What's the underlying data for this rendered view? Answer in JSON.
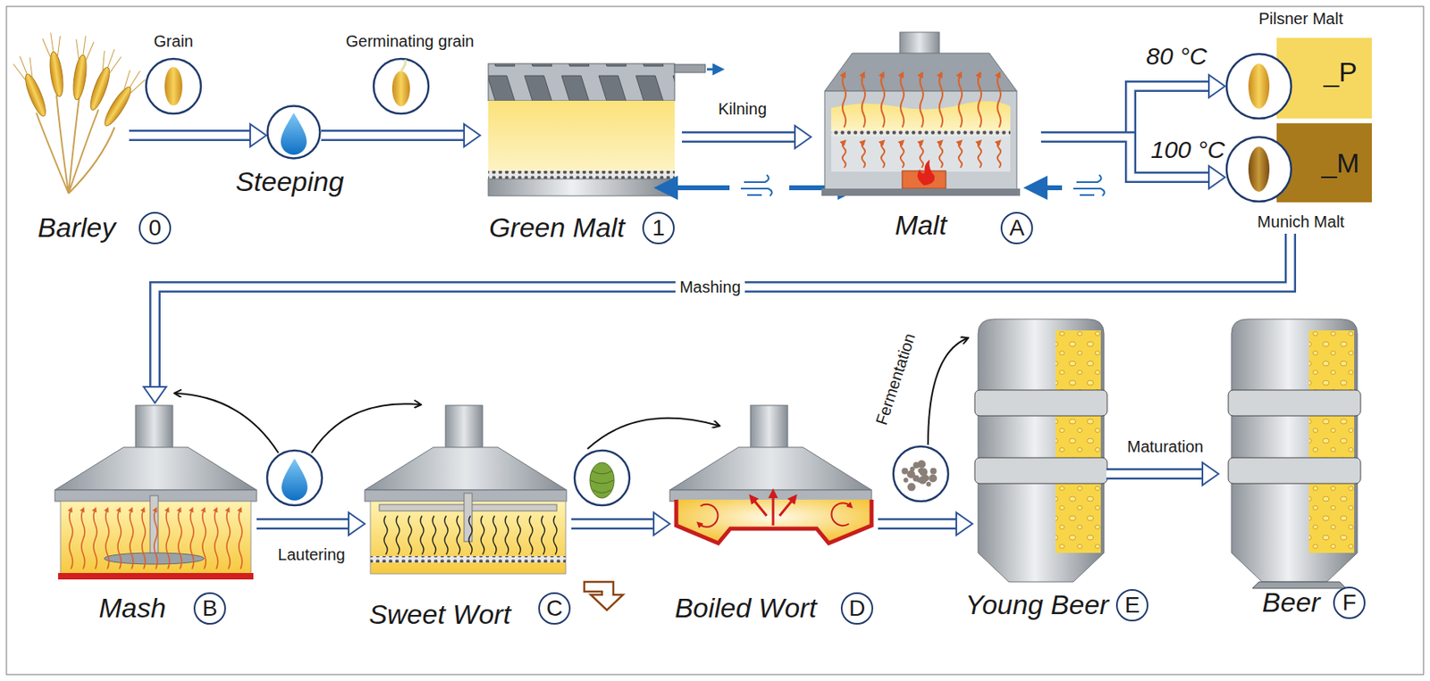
{
  "diagram": {
    "nodes": [
      {
        "text": [
          "Barley",
          "0"
        ]
      },
      {
        "text": [
          "Steeping"
        ]
      },
      {
        "text": [
          "Green Malt",
          "1"
        ]
      },
      {
        "text": [
          "Malt",
          "A"
        ]
      },
      {
        "text": [
          "Pilsner Malt",
          "_P"
        ]
      },
      {
        "text": [
          "_M",
          "Munich Malt"
        ]
      },
      {
        "text": [
          "Mash",
          "B"
        ]
      },
      {
        "text": [
          "Sweet Wort",
          "C"
        ]
      },
      {
        "text": [
          "Boiled Wort",
          "D"
        ]
      },
      {
        "text": [
          "Young Beer",
          "E"
        ]
      },
      {
        "text": [
          "Beer",
          "F"
        ]
      }
    ],
    "edges": [
      {
        "from": 0,
        "to": 1,
        "arrow": "to"
      },
      {
        "from": 1,
        "to": 2,
        "arrow": "to"
      },
      {
        "from": 2,
        "to": 3,
        "arrow": "to",
        "label": "Kilning"
      },
      {
        "from": 3,
        "to": 4,
        "arrow": "to",
        "label": "80 °C"
      },
      {
        "from": 3,
        "to": 5,
        "arrow": "to",
        "label": "100 °C"
      },
      {
        "from": 5,
        "to": 6,
        "arrow": "to",
        "label": "Mashing"
      },
      {
        "from": 6,
        "to": 7,
        "arrow": "to",
        "label": "Lautering"
      },
      {
        "from": 7,
        "to": 8,
        "arrow": "to"
      },
      {
        "from": 8,
        "to": 9,
        "arrow": "to"
      },
      {
        "from": 9,
        "to": 10,
        "arrow": "to",
        "label": "Maturation"
      }
    ],
    "labels": [
      "Grain",
      "Germinating grain",
      "Fermentation"
    ]
  }
}
